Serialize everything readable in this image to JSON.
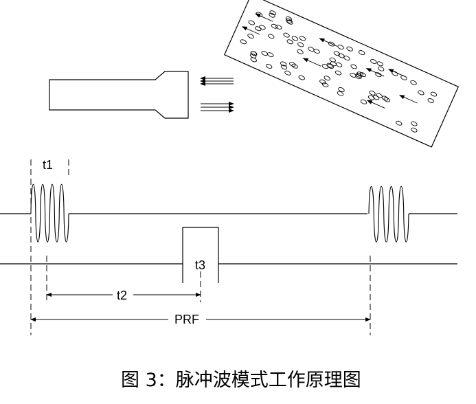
{
  "labels": {
    "t1": "t1",
    "t2": "t2",
    "t3": "t3",
    "prf": "PRF"
  },
  "caption": "图 3：脉冲波模式工作原理图",
  "colors": {
    "line": "#000000",
    "background": "#ffffff"
  }
}
